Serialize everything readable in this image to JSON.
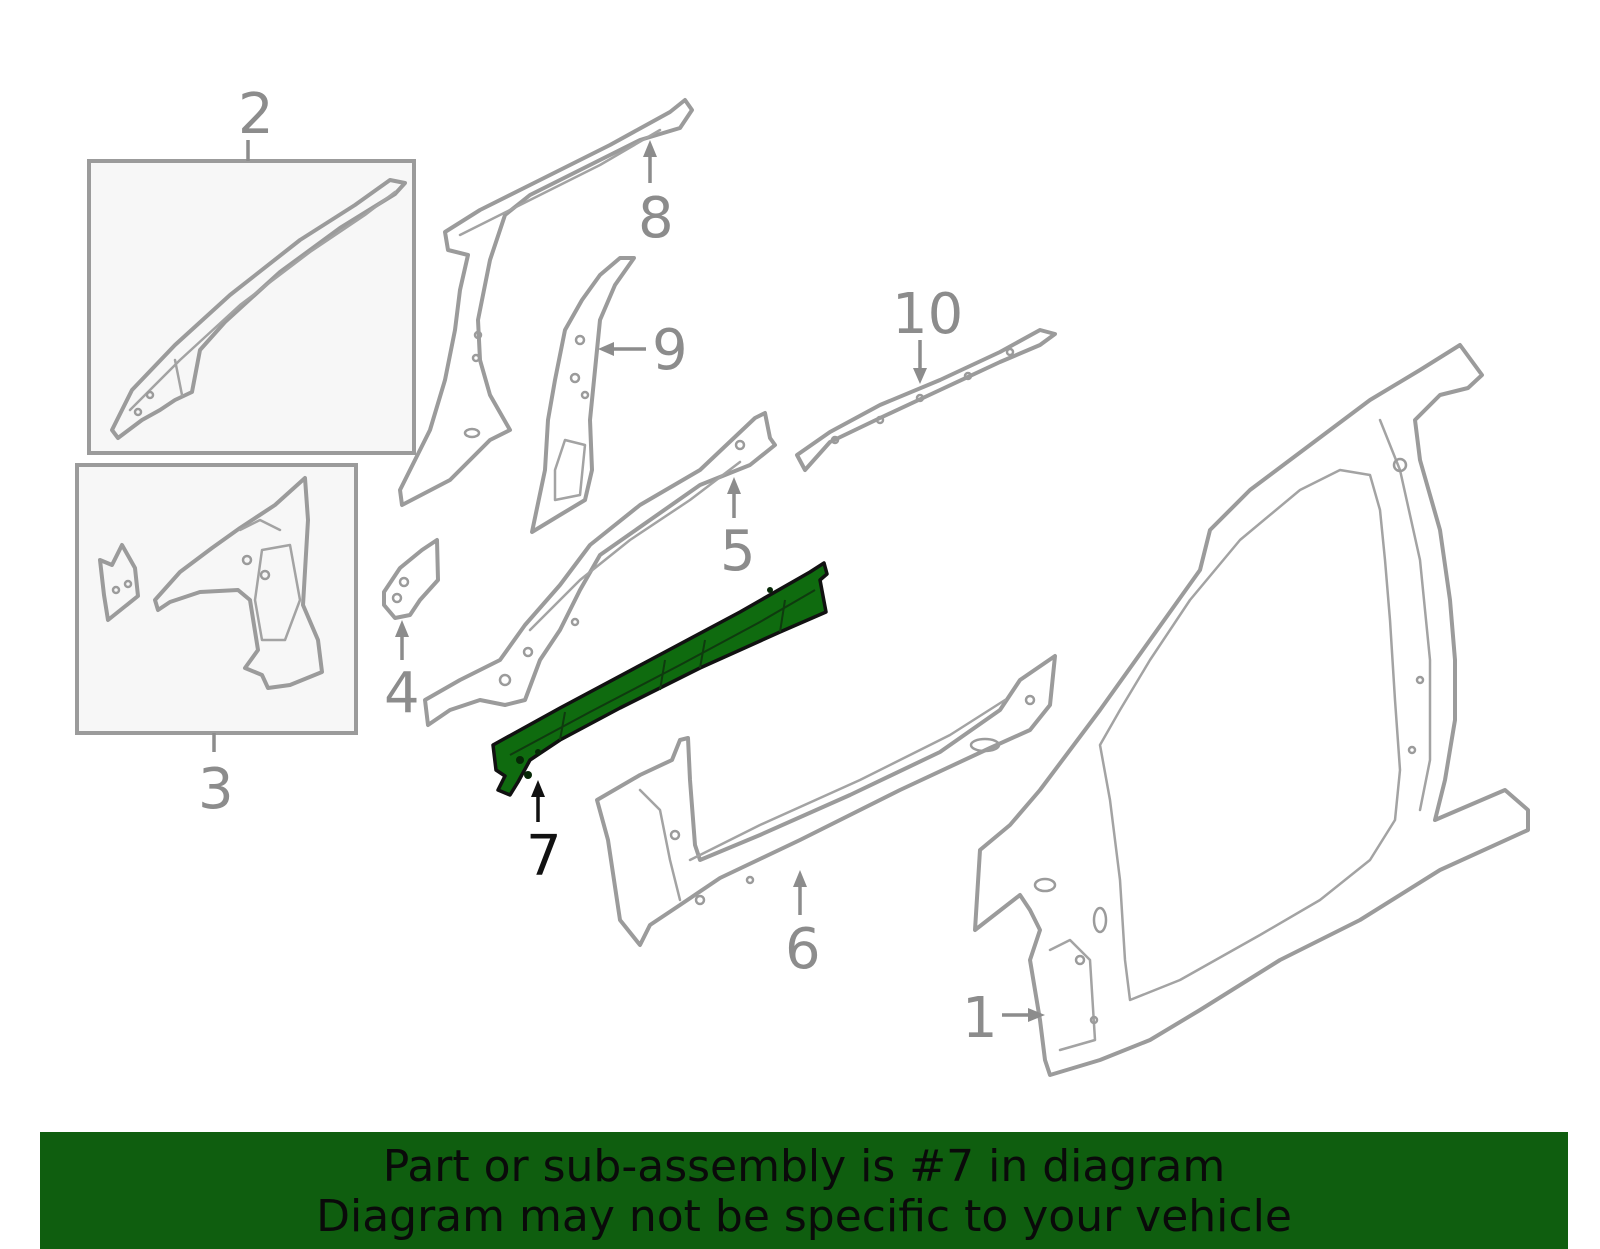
{
  "callouts": {
    "c1": "1",
    "c2": "2",
    "c3": "3",
    "c4": "4",
    "c5": "5",
    "c6": "6",
    "c7": "7",
    "c8": "8",
    "c9": "9",
    "c10": "10"
  },
  "highlighted_part": "7",
  "colors": {
    "highlight_fill": "#0f6b0f",
    "banner_background": "#0f5e0f",
    "outline": "#9b9b9b"
  },
  "banner": {
    "line1": "Part or sub-assembly is #7 in diagram",
    "line2": "Diagram may not be specific to your vehicle"
  }
}
